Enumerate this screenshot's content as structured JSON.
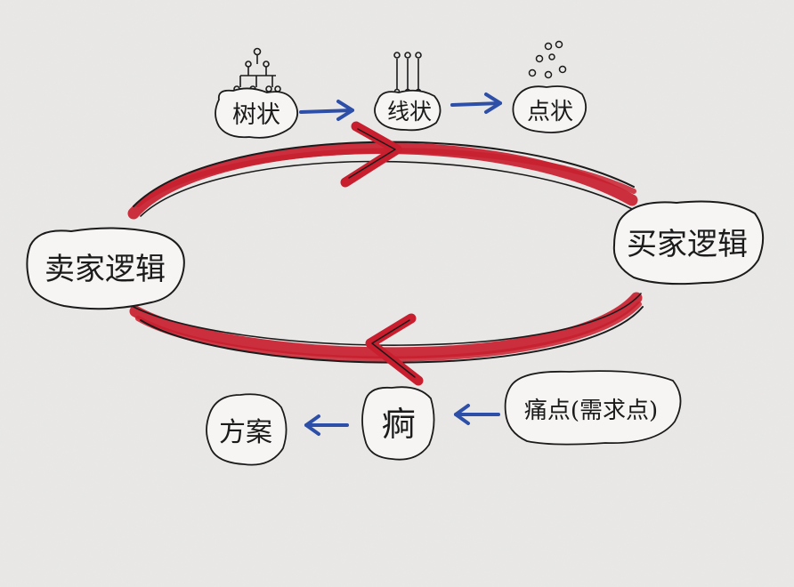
{
  "diagram": {
    "colors": {
      "paper": "#e9e8e6",
      "ink": "#1b1b1b",
      "red_marker": "#c81e2e",
      "blue_marker": "#2d4fa8"
    },
    "top_flow": {
      "nodes": [
        {
          "id": "tree",
          "label": "树状",
          "icon": "tree-structure-icon"
        },
        {
          "id": "line",
          "label": "线状",
          "icon": "parallel-lines-icon"
        },
        {
          "id": "point",
          "label": "点状",
          "icon": "scattered-dots-icon"
        }
      ]
    },
    "bottom_flow": {
      "nodes": [
        {
          "id": "pain",
          "label": "痛点(需求点)"
        },
        {
          "id": "field",
          "label": "痾"
        },
        {
          "id": "plan",
          "label": "方案"
        }
      ]
    },
    "left_node": {
      "label": "卖家逻辑"
    },
    "right_node": {
      "label": "买家逻辑"
    }
  }
}
